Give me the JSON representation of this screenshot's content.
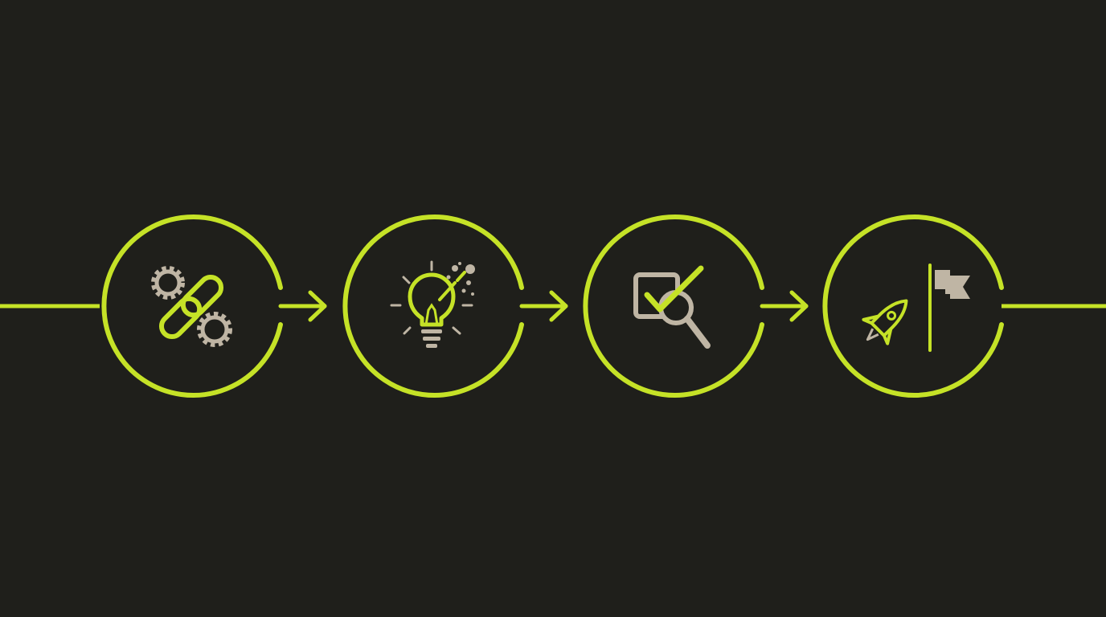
{
  "colors": {
    "background": "#1f1f1b",
    "accent": "#c5e227",
    "neutral": "#bfb5a4"
  },
  "flow": {
    "direction": "left-to-right",
    "steps": [
      {
        "id": "step-1",
        "icons": [
          "gears-icon",
          "chain-link-icon"
        ]
      },
      {
        "id": "step-2",
        "icons": [
          "lightbulb-idea-icon",
          "sparkle-icon"
        ]
      },
      {
        "id": "step-3",
        "icons": [
          "checkbox-check-icon",
          "magnifier-icon"
        ]
      },
      {
        "id": "step-4",
        "icons": [
          "rocket-icon",
          "flag-icon"
        ]
      }
    ],
    "connectors": [
      "arrow-right-icon",
      "arrow-right-icon",
      "arrow-right-icon"
    ]
  }
}
